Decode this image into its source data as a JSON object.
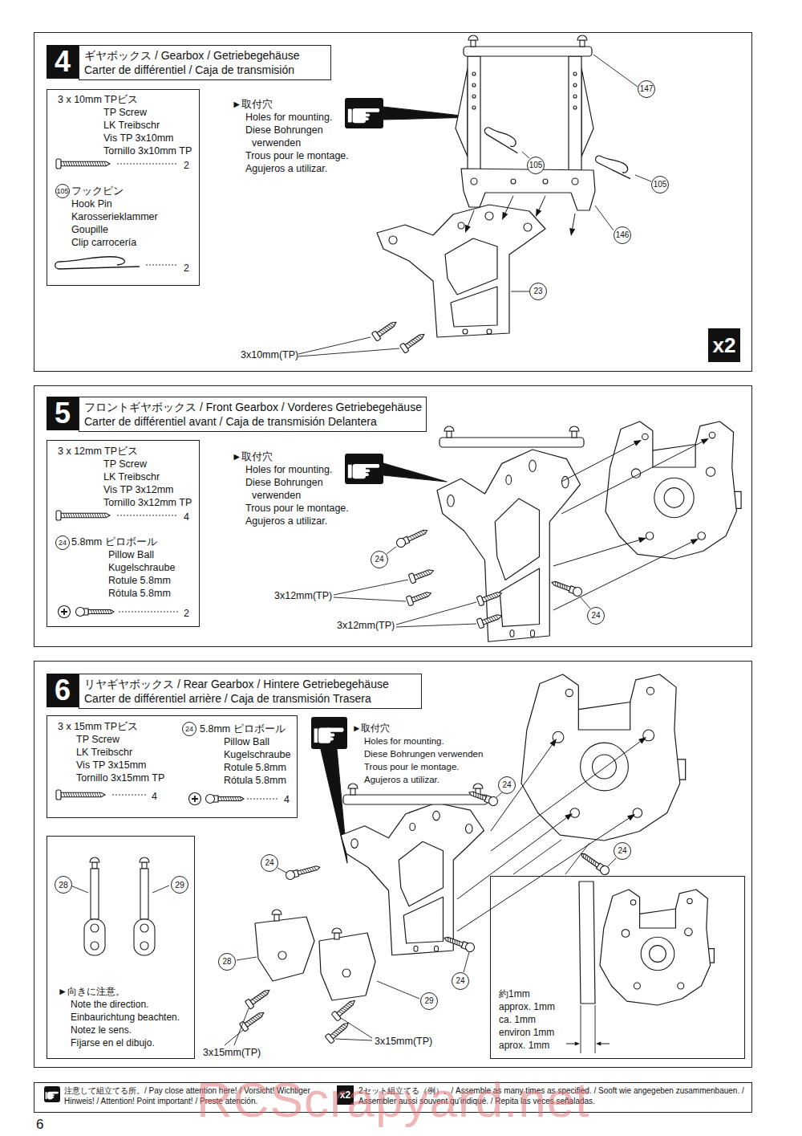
{
  "diagram": {
    "nodes": [
      {
        "text": [
          "►取付穴",
          "Holes for mounting.",
          "Diese Bohrungen verwenden",
          "Trous pour le montage.",
          "Agujeros a utilizar."
        ]
      },
      {
        "text": [
          "4"
        ],
        "in": 0
      },
      {
        "text": [
          "ギヤボックス / Gearbox / Getriebegehäuse",
          "Carter de différentiel / Caja de transmisión"
        ],
        "in": 0
      },
      {
        "text": [
          "3 x 10mm TPビス",
          "TP Screw",
          "LK Treibschr",
          "Vis TP 3x10mm",
          "Tornillo 3x10mm TP",
          "2",
          "105",
          "フックピン",
          "Hook Pin",
          "Karosserieklammer",
          "Goupille",
          "Clip carrocería",
          "2"
        ],
        "in": 0
      },
      {
        "text": [
          "x2"
        ],
        "in": 0
      },
      {
        "text": [
          "►取付穴",
          "Holes for mounting.",
          "Diese Bohrungen verwenden",
          "Trous pour le montage.",
          "Agujeros a utilizar."
        ]
      },
      {
        "text": [
          "5"
        ],
        "in": 5
      },
      {
        "text": [
          "フロントギヤボックス / Front Gearbox / Vorderes Getriebegehäuse",
          "Carter de différentiel avant / Caja de transmisión Delantera"
        ],
        "in": 5
      },
      {
        "text": [
          "3 x 12mm TPビス",
          "TP Screw",
          "LK Treibschr",
          "Vis TP 3x12mm",
          "Tornillo 3x12mm TP",
          "4",
          "24",
          "5.8mm ピロボール",
          "Pillow Ball",
          "Kugelschraube",
          "Rotule 5.8mm",
          "Rótula 5.8mm",
          "2"
        ],
        "in": 5
      },
      {
        "text": [
          "►取付穴",
          "Holes for mounting.",
          "Diese Bohrungen verwenden",
          "Trous pour le montage.",
          "Agujeros a utilizar."
        ]
      },
      {
        "text": [
          "6"
        ],
        "in": 9
      },
      {
        "text": [
          "リヤギヤボックス / Rear Gearbox / Hintere Getriebegehäuse",
          "Carter de différentiel arrière / Caja de transmisión Trasera"
        ],
        "in": 9
      },
      {
        "text": [
          "3 x 15mm TPビス",
          "TP Screw",
          "LK Treibschr",
          "Vis TP 3x15mm",
          "Tornillo 3x15mm TP",
          "4",
          "24",
          "5.8mm ピロボール",
          "Pillow Ball",
          "Kugelschraube",
          "Rotule 5.8mm",
          "Rótula 5.8mm",
          "4"
        ],
        "in": 9
      },
      {
        "text": [
          "28",
          "29",
          "►向きに注意。",
          "Note the direction.",
          "Einbaurichtung beachten.",
          "Notez le sens.",
          "Fíjarse en el dibujo."
        ],
        "in": 9
      },
      {
        "text": [
          "約1mm",
          "approx. 1mm",
          "ca. 1mm",
          "environ 1mm",
          "aprox. 1mm"
        ],
        "in": 9
      }
    ],
    "labels": [
      "147",
      "105",
      "105",
      "146",
      "23",
      "3x10mm(TP)",
      "24",
      "24",
      "3x12mm(TP)",
      "3x12mm(TP)",
      "24",
      "24",
      "24",
      "24",
      "28",
      "29",
      "3x15mm(TP)",
      "3x15mm(TP)",
      "x2",
      "RCScrapyard.net",
      "6"
    ],
    "legend": [
      {
        "text": "注意して組立てる所。/ Pay close attention here! / Vorsicht! Wichtiger Hinweis! / Attention! Point important! / Preste atención."
      },
      {
        "text": "2セット組立てる（例）。/ Assemble as many times as specified. / Sooft wie angegeben zusammenbauen. / Assembler aussi souvent qu'indiqué. / Repita las veces señaladas."
      }
    ]
  }
}
